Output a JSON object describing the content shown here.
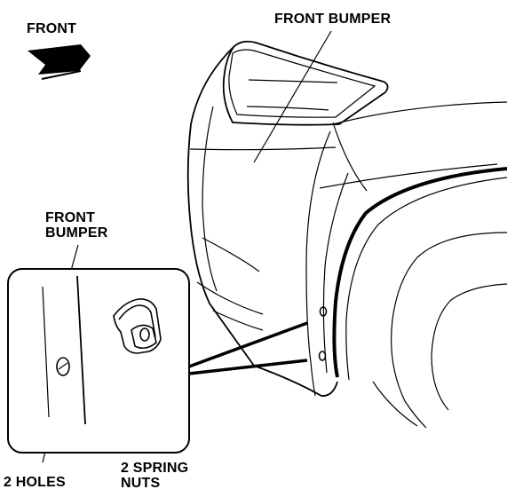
{
  "labels": {
    "front": "FRONT",
    "front_bumper_top": "FRONT BUMPER",
    "front_bumper_left_line1": "FRONT",
    "front_bumper_left_line2": "BUMPER",
    "holes": "2 HOLES",
    "spring_nuts_line1": "2 SPRING",
    "spring_nuts_line2": "NUTS"
  },
  "colors": {
    "ink": "#000000",
    "paper": "#ffffff"
  },
  "icons": {
    "direction": "front-arrow-icon"
  }
}
